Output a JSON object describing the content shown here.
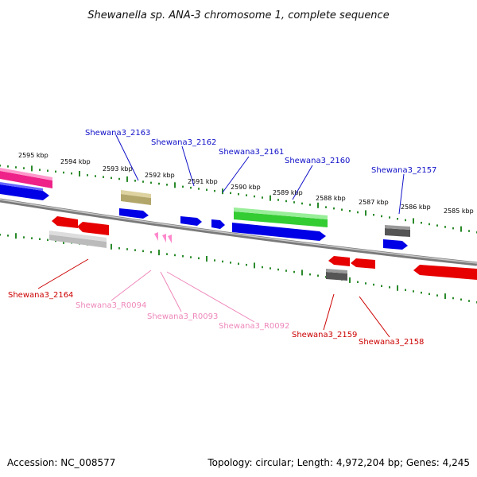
{
  "title": "Shewanella sp. ANA-3 chromosome 1, complete sequence",
  "footer": {
    "accession": "Accession: NC_008577",
    "topology": "Topology: circular; Length: 4,972,204 bp; Genes: 4,245"
  },
  "kbp_labels": [
    "2595 kbp",
    "2594 kbp",
    "2593 kbp",
    "2592 kbp",
    "2591 kbp",
    "2590 kbp",
    "2589 kbp",
    "2588 kbp",
    "2587 kbp",
    "2586 kbp",
    "2585 kbp"
  ],
  "gene_labels": [
    {
      "id": "g2163",
      "text": "Shewana3_2163",
      "color": "#1010c8"
    },
    {
      "id": "g2162",
      "text": "Shewana3_2162",
      "color": "#1010c8"
    },
    {
      "id": "g2161",
      "text": "Shewana3_2161",
      "color": "#1010c8"
    },
    {
      "id": "g2160",
      "text": "Shewana3_2160",
      "color": "#1010c8"
    },
    {
      "id": "g2157",
      "text": "Shewana3_2157",
      "color": "#1010c8"
    },
    {
      "id": "g2164",
      "text": "Shewana3_2164",
      "color": "#cc0000"
    },
    {
      "id": "r0094",
      "text": "Shewana3_R0094",
      "color": "#ee88bb"
    },
    {
      "id": "r0093",
      "text": "Shewana3_R0093",
      "color": "#ee88bb"
    },
    {
      "id": "r0092",
      "text": "Shewana3_R0092",
      "color": "#ee88bb"
    },
    {
      "id": "g2159",
      "text": "Shewana3_2159",
      "color": "#cc0000"
    },
    {
      "id": "g2158",
      "text": "Shewana3_2158",
      "color": "#cc0000"
    }
  ],
  "colors": {
    "cds_forward": "#0000e6",
    "cds_reverse": "#e60000",
    "green_gene": "#33cc33",
    "pink_gene": "#ee2288",
    "khaki_gene": "#b3a66b",
    "gray_gene": "#555555",
    "light_gray_gene": "#bbbbbb",
    "trna": "#ff88cc",
    "tick_green": "#2a8a2a",
    "backbone": "#888888"
  }
}
